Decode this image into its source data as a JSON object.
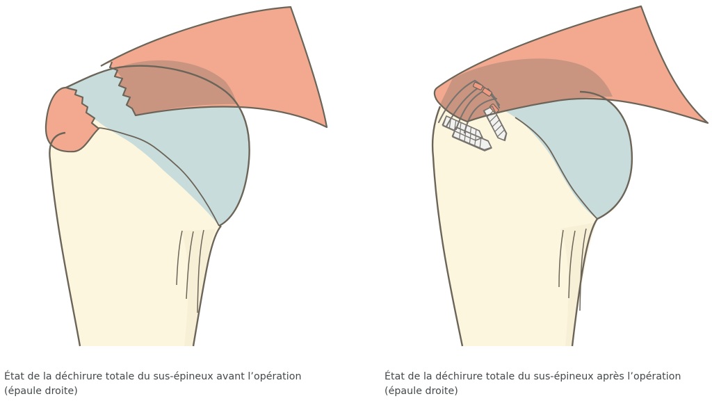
{
  "colors": {
    "bone": "#fdf6df",
    "bone_shade": "#f4ead0",
    "tendon": "#f2a98f",
    "tendon_overlap": "#b98d7b",
    "cartilage": "#c8dcdb",
    "outline": "#6b6458",
    "implant": "#f1f1ef",
    "implant_outline": "#77736e",
    "suture_tab": "#ef9a82",
    "text": "#43484a"
  },
  "icons": {
    "left": "torn-supraspinatus-humeral-head-illustration",
    "right": "repaired-supraspinatus-suture-anchor-illustration"
  },
  "figures": [
    {
      "caption_line1": "État de la déchirure totale du sus-épineux avant l’opération",
      "caption_line2": "(épaule droite)"
    },
    {
      "caption_line1": "État de la déchirure totale du sus-épineux après l’opération",
      "caption_line2": "(épaule droite)"
    }
  ]
}
